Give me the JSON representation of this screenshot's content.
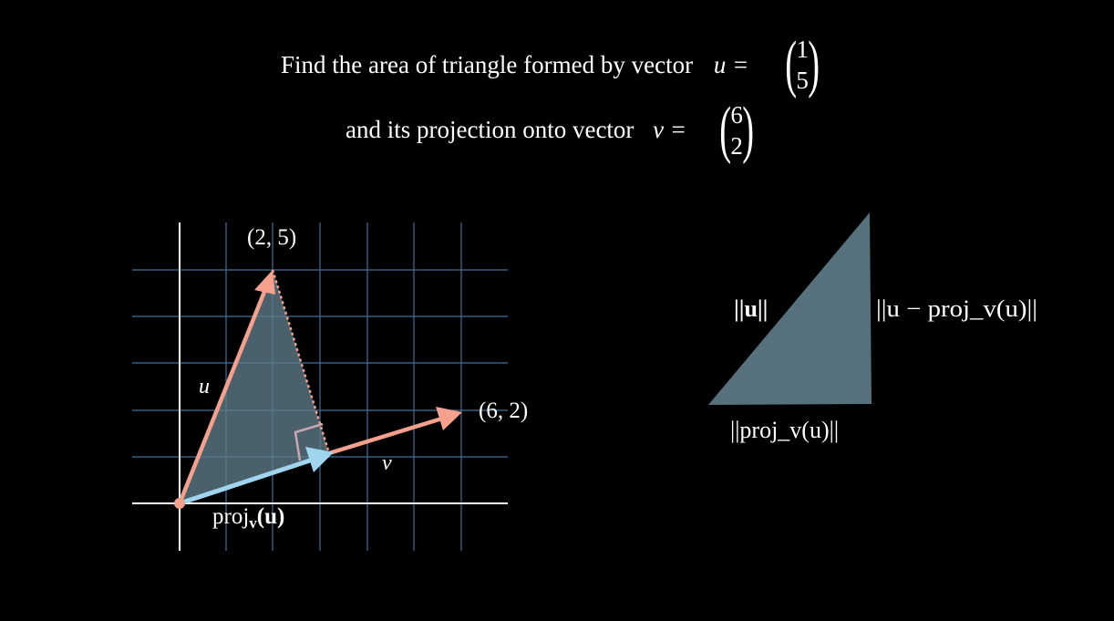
{
  "title": {
    "line1_text": "Find the area of triangle formed by vector",
    "line1_var": "u =",
    "u_vector": [
      "1",
      "5"
    ],
    "line2_text": "and its projection onto vector",
    "line2_var": "v =",
    "v_vector": [
      "6",
      "2"
    ]
  },
  "plot": {
    "point_u_label": "(2, 5)",
    "point_v_label": "(6, 2)",
    "u_label": "u",
    "v_label": "v",
    "proj_label_prefix": "proj",
    "proj_label_sub": "v",
    "proj_label_arg": "(u)",
    "u_tip": [
      2,
      5
    ],
    "v_tip": [
      6,
      2
    ],
    "proj_tip": [
      3,
      1
    ],
    "x_range": [
      -1,
      7
    ],
    "y_range": [
      -1,
      6
    ]
  },
  "triangle_panel": {
    "hyp_label": "||u||",
    "side_label": "||u − proj_v(u)||",
    "base_label": "||proj_v(u)||"
  },
  "colors": {
    "background": "#000000",
    "grid": "#3f6f9a",
    "axes": "#ffffff",
    "u_vector": "#f4a08c",
    "v_vector": "#f4a08c",
    "proj_vector": "#9fd6ee",
    "fill": "#5f7c8a",
    "right_angle": "#c8a6b2"
  }
}
